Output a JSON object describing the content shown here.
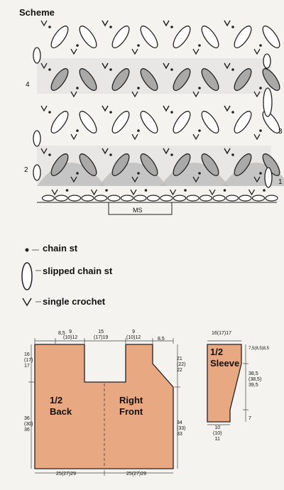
{
  "title": "Scheme",
  "row_numbers": {
    "left": [
      "4",
      "2"
    ],
    "right": [
      "3",
      "1"
    ]
  },
  "ms_label": "MS",
  "legend": [
    {
      "symbol": "dot-icon",
      "label": "chain st"
    },
    {
      "symbol": "oval-icon",
      "label": "slipped chain st"
    },
    {
      "symbol": "v-icon",
      "label": "single crochet"
    }
  ],
  "schematic": {
    "back_label": "1/2\nBack",
    "front_label": "Right\nFront",
    "sleeve_label": "1/2\nSleeve",
    "top_dims": [
      "8,5",
      "9\n(10)12",
      "15\n(17)19",
      "9\n(10)12",
      "8,5"
    ],
    "left_dims": [
      "16\n(17)\n17",
      "36\n(30)\n36"
    ],
    "right_dims": [
      "21\n(22)\n22",
      "34\n(33)\n33"
    ],
    "bottom_dims": [
      "25(27)29",
      "25(27)29"
    ],
    "sleeve_top": "16(17)17",
    "sleeve_right": [
      "7,5(8,5)8,5",
      "38,5\n(38,5)\n39,5",
      "7"
    ],
    "sleeve_bottom": "10\n(10)\n11"
  },
  "colors": {
    "piece_fill": "#e8a882",
    "shade": "#bdbdbd",
    "background": "#f4f3ef"
  }
}
